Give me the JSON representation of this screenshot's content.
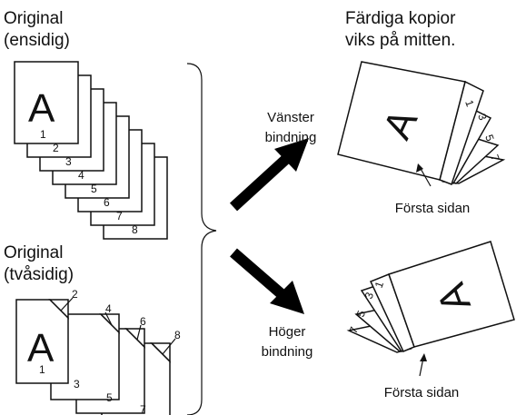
{
  "simplex_label": [
    "Original",
    "(ensidig)"
  ],
  "duplex_label": [
    "Original",
    "(tvåsidig)"
  ],
  "result_label": [
    "Färdiga kopior",
    "viks på mitten."
  ],
  "left_binding_label": [
    "Vänster",
    "bindning"
  ],
  "right_binding_label": [
    "Höger",
    "bindning"
  ],
  "first_page_label": "Första sidan",
  "page_letter": "A",
  "simplex_page_numbers": [
    "1",
    "2",
    "3",
    "4",
    "5",
    "6",
    "7",
    "8"
  ],
  "duplex_front_numbers": [
    "1",
    "3",
    "5",
    "7"
  ],
  "duplex_back_numbers": [
    "2",
    "4",
    "6",
    "8"
  ],
  "left_booklet_numbers": [
    "1",
    "3",
    "5",
    "7"
  ],
  "right_booklet_numbers": [
    "1",
    "3",
    "5",
    "7"
  ]
}
